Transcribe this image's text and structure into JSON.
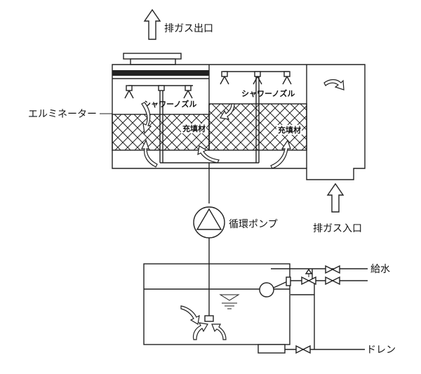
{
  "labels": {
    "exhaust_outlet": "排ガス出口",
    "exhaust_inlet": "排ガス入口",
    "eliminator": "エルミネーター",
    "shower_nozzle_left": "シャワーノズル",
    "shower_nozzle_right": "シャワーノズル",
    "packing_left": "充填材",
    "packing_right": "充填材",
    "circulation_pump": "循環ポンプ",
    "water_supply": "給水",
    "drain": "ドレン"
  },
  "colors": {
    "line": "#222222",
    "background": "#ffffff"
  }
}
